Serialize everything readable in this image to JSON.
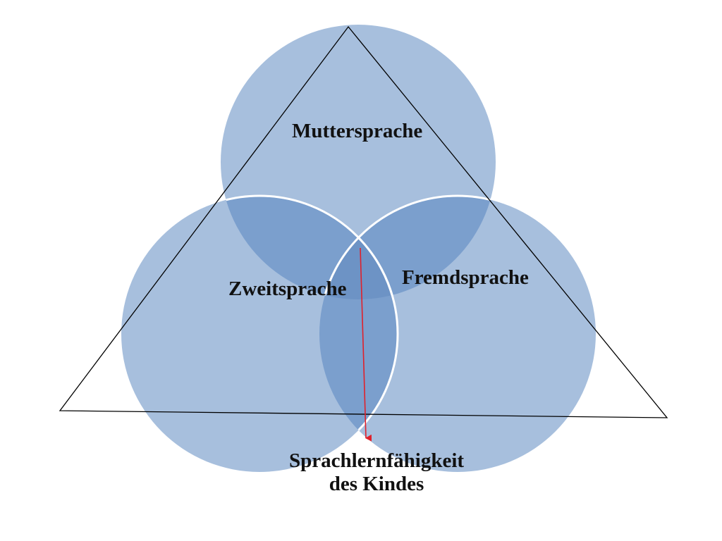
{
  "diagram": {
    "circles": {
      "top": "Muttersprache",
      "left": "Zweitsprache",
      "right": "Fremdsprache"
    },
    "caption": {
      "line1": "Sprachlernfähigkeit",
      "line2": "des Kindes"
    }
  },
  "colors": {
    "circle_fill": "#a7bfdd",
    "overlap_fill": "#7b9fcd",
    "center_fill": "#6d93c5",
    "circle_border": "#ffffff",
    "triangle_stroke": "#000000",
    "arrow": "#e0202a"
  }
}
